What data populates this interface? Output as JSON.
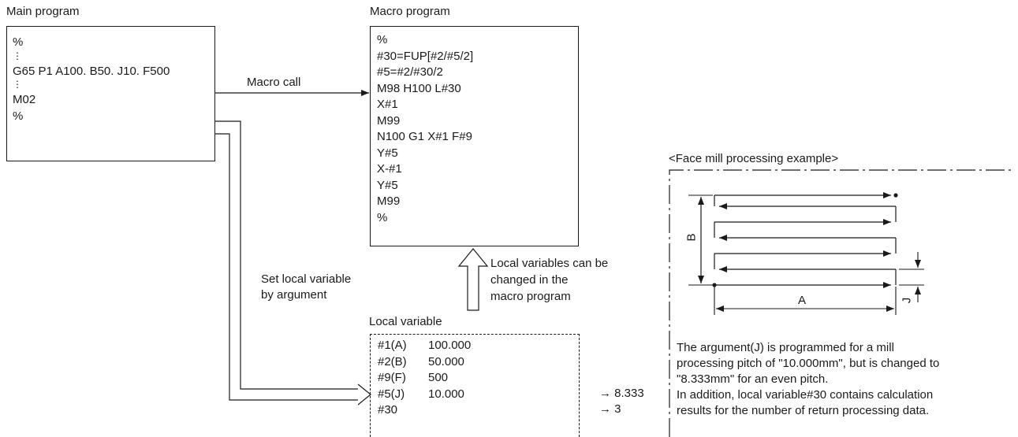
{
  "main_program": {
    "title": "Main program",
    "lines": [
      "%",
      "⋮",
      "G65 P1 A100. B50. J10. F500",
      "⋮",
      "M02",
      "%"
    ]
  },
  "macro_program": {
    "title": "Macro program",
    "lines": [
      "%",
      "#30=FUP[#2/#5/2]",
      "#5=#2/#30/2",
      "M98 H100 L#30",
      "X#1",
      "M99",
      "N100 G1 X#1 F#9",
      "Y#5",
      "X-#1",
      "Y#5",
      "M99",
      "%"
    ]
  },
  "macro_call_label": "Macro call",
  "set_local_label": [
    "Set local variable",
    "by argument"
  ],
  "local_change_note": [
    "Local variables can be",
    "changed in the",
    "macro program"
  ],
  "local_variable": {
    "title": "Local variable",
    "rows": [
      {
        "var": "#1(A)",
        "value": "100.000",
        "changed": ""
      },
      {
        "var": "#2(B)",
        "value": "50.000",
        "changed": ""
      },
      {
        "var": "#9(F)",
        "value": "500",
        "changed": ""
      },
      {
        "var": "#5(J)",
        "value": "10.000",
        "changed": "→ 8.333"
      },
      {
        "var": "#30",
        "value": "",
        "changed": "→ 3"
      }
    ]
  },
  "face_mill": {
    "title": "<Face mill processing example>",
    "label_a": "A",
    "label_b": "B",
    "label_j": "J",
    "description": [
      "The argument(J) is programmed for a mill",
      "processing pitch of \"10.000mm\", but is changed to",
      "\"8.333mm\" for an even pitch.",
      "In addition, local variable#30 contains calculation",
      "results for the number of return processing data."
    ]
  }
}
